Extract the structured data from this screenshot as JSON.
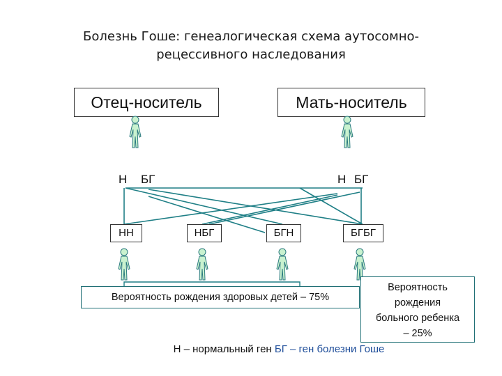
{
  "title": {
    "line1": "Болезнь Гоше: генеалогическая схема аутосомно-",
    "line2": "рецессивного наследования"
  },
  "parents": {
    "father": "Отец-носитель",
    "mother": "Мать-носитель"
  },
  "father_genes": {
    "normal": "Н",
    "disease": "БГ"
  },
  "mother_genes": {
    "normal": "Н",
    "disease": "БГ"
  },
  "children": [
    "НН",
    "НБГ",
    "БГН",
    "БГБГ"
  ],
  "probability_healthy": "Вероятность рождения здоровых детей – 75%",
  "probability_sick": [
    "Вероятность",
    "рождения",
    "больного ребенка",
    "– 25%"
  ],
  "legend": {
    "normal": "Н – нормальный ген",
    "disease": "БГ – ген болезни Гоше"
  },
  "colors": {
    "connector": "#1f7f86",
    "figure_fill": "#c9f2cf",
    "figure_stroke": "#2a7a7f",
    "disease_text": "#1f4e9a"
  },
  "icons": [
    "person-figure-icon"
  ]
}
